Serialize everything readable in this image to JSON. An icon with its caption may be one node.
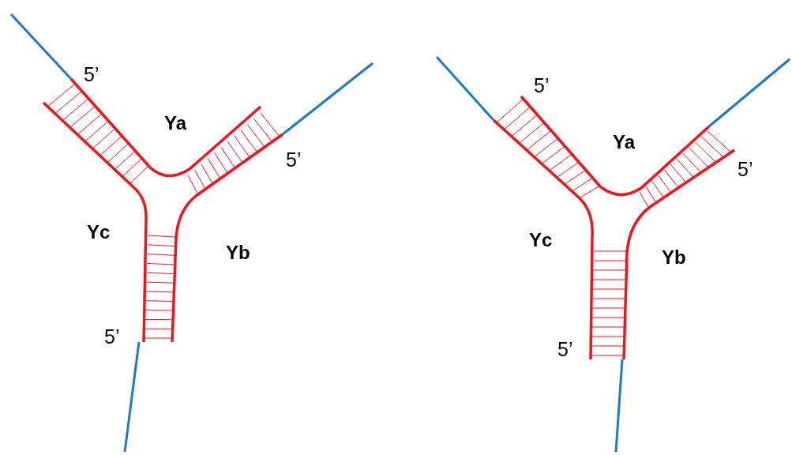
{
  "diagram": {
    "labels": [
      "5’",
      "Ya",
      "5’",
      "Yc",
      "Yb",
      "5’",
      "5’",
      "Ya",
      "5’",
      "Yc",
      "Yb",
      "5’"
    ]
  }
}
